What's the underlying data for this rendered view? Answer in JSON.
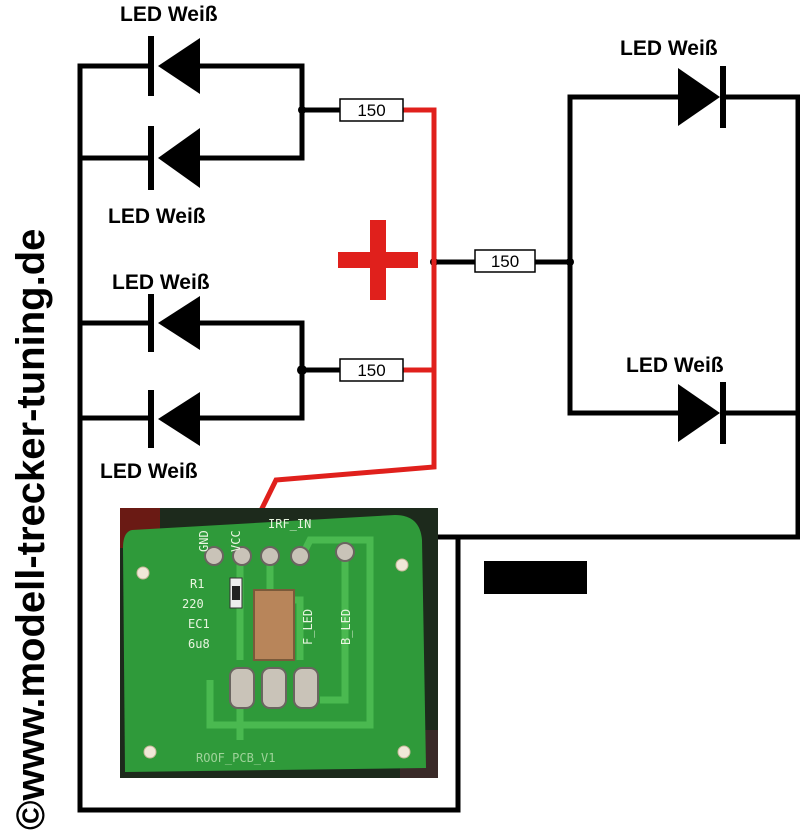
{
  "watermark": "©www.modell-trecker-tuning.de",
  "led_labels": {
    "left_1": "LED Weiß",
    "left_2": "LED Weiß",
    "left_3": "LED Weiß",
    "left_4": "LED Weiß",
    "right_1": "LED Weiß",
    "right_2": "LED Weiß"
  },
  "resistors": {
    "top_left": "150",
    "center": "150",
    "bottom_left": "150"
  },
  "polarity": {
    "plus": "+",
    "minus": "−"
  },
  "pcb": {
    "pins": [
      "GND",
      "VCC",
      "IRF_IN"
    ],
    "r1": "R1",
    "r1_value": "220",
    "ec1": "EC1",
    "ec1_value": "6u8",
    "f_led": "F_LED",
    "b_led": "B_LED",
    "board_name": "ROOF_PCB_V1"
  },
  "colors": {
    "positive_wire": "#e0201c",
    "wire": "#000000",
    "pcb_green": "#2f9a3a"
  }
}
